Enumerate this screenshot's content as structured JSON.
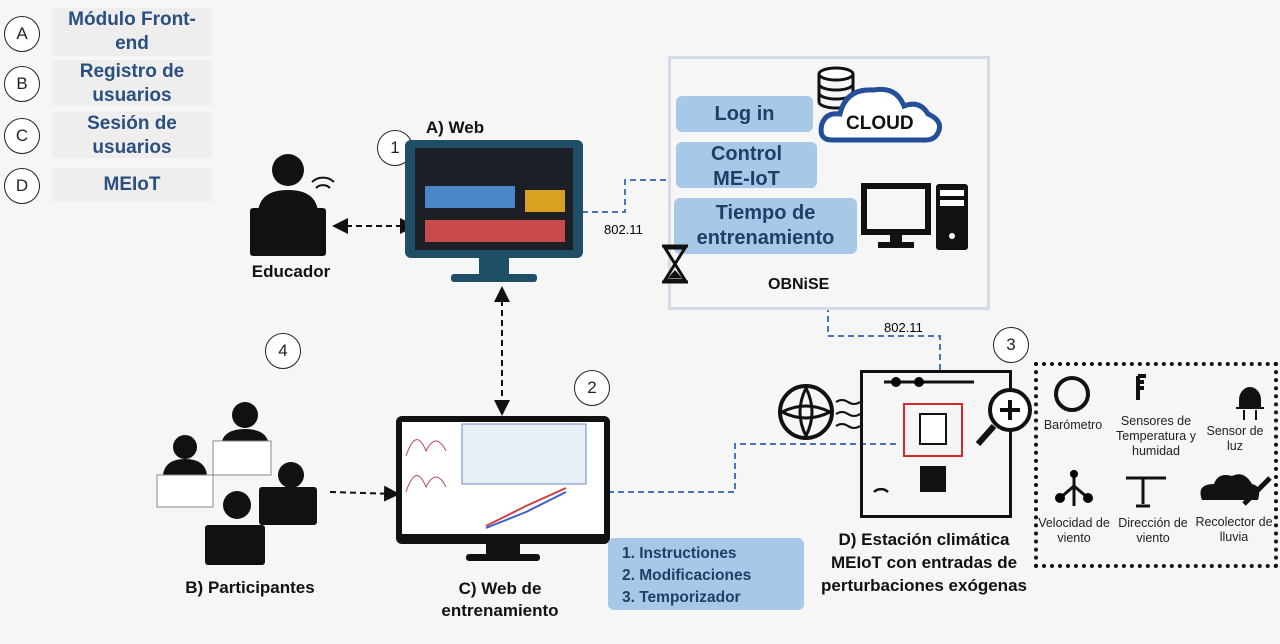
{
  "legend": [
    {
      "letter": "A",
      "text": "Módulo Front-end"
    },
    {
      "letter": "B",
      "text": "Registro de usuarios"
    },
    {
      "letter": "C",
      "text": "Sesión de usuarios"
    },
    {
      "letter": "D",
      "text": "MEIoT"
    }
  ],
  "steps": [
    "1",
    "2",
    "3",
    "4"
  ],
  "web_title": "A) Web",
  "educador": "Educador",
  "participantes": "B) Participantes",
  "training_web": "C) Web de entrenamiento",
  "station": "D) Estación climática MEIoT con entradas de perturbaciones exógenas",
  "protocol": "802.11",
  "obnise": {
    "title": "OBNiSE",
    "cloud": "CLOUD",
    "boxes": [
      "Log in",
      "Control ME-IoT",
      "Tiempo de entrenamiento"
    ]
  },
  "training_list": [
    "1.  Instructiones",
    "2.  Modificaciones",
    "3.  Temporizador"
  ],
  "sensors": [
    "Barómetro",
    "Sensores de Temperatura y humidad",
    "Sensor de luz",
    "Velocidad de viento",
    "Dirección de viento",
    "Recolector de lluvia"
  ],
  "colors": {
    "accent": "#2b4f7e",
    "box": "#a8c8e8",
    "link": "#4a74c0",
    "highlight": "#d62828"
  }
}
